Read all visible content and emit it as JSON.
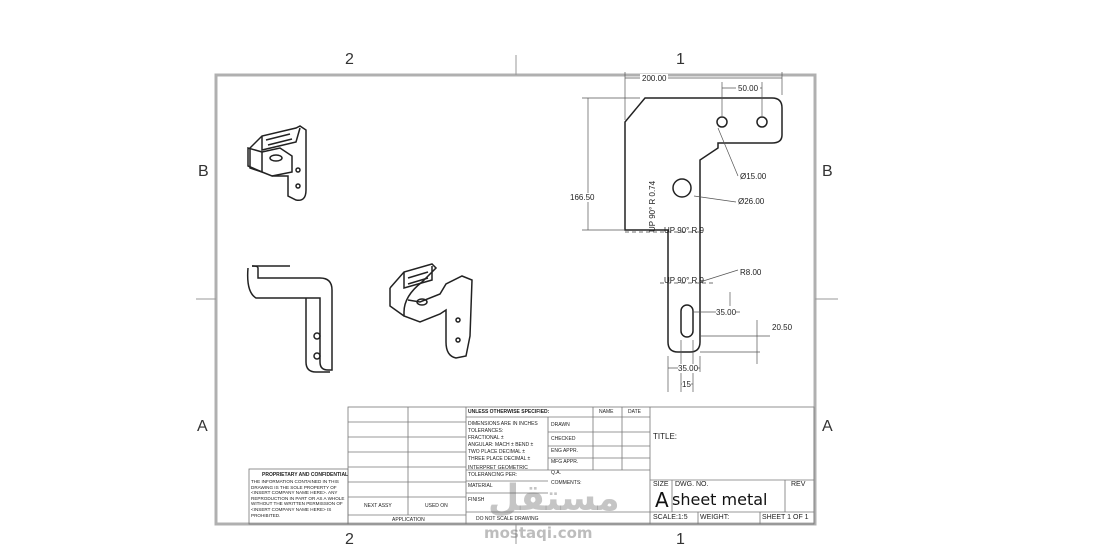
{
  "zones": {
    "top_left": "2",
    "top_right": "1",
    "bottom_left": "2",
    "bottom_right": "1",
    "left_b": "B",
    "right_b": "B",
    "left_a": "A",
    "right_a": "A"
  },
  "dimensions": {
    "d200": "200.00",
    "d50": "50.00",
    "d166": "166.50",
    "dia15": "Ø15.00",
    "dia26": "Ø26.00",
    "r8": "R8.00",
    "d20": "20.50",
    "d35": "35.00",
    "d35b": "35.00",
    "d15": "15",
    "bend1": "UP 90° R 0.74",
    "bend2": "UP 90° R 9",
    "bend3": "UP 90° R 9"
  },
  "title_block": {
    "unless": "UNLESS OTHERWISE SPECIFIED:",
    "name": "NAME",
    "date": "DATE",
    "dims_line1": "DIMENSIONS ARE IN INCHES",
    "dims_line2": "TOLERANCES:",
    "dims_line3": "FRACTIONAL ±",
    "dims_line4": "ANGULAR: MACH ±  BEND ±",
    "dims_line5": "TWO PLACE DECIMAL  ±",
    "dims_line6": "THREE PLACE DECIMAL ±",
    "drawn": "DRAWN",
    "checked": "CHECKED",
    "eng_appr": "ENG APPR.",
    "mfg_appr": "MFG APPR.",
    "qa": "Q.A.",
    "comments": "COMMENTS:",
    "interpret": "INTERPRET GEOMETRIC",
    "tolerancing": "TOLERANCING PER:",
    "material": "MATERIAL",
    "finish": "FINISH",
    "title": "TITLE:",
    "size": "SIZE",
    "dwg_no": "DWG.  NO.",
    "rev": "REV",
    "drawing_name": "sheet metal",
    "drawing_initial": "A",
    "scale": "SCALE:1:5",
    "weight": "WEIGHT:",
    "sheet": "SHEET 1 OF 1",
    "next_assy": "NEXT ASSY",
    "used_on": "USED ON",
    "application": "APPLICATION",
    "do_not_scale": "DO NOT SCALE DRAWING",
    "proprietary_title": "PROPRIETARY AND CONFIDENTIAL",
    "proprietary_body": "THE INFORMATION CONTAINED IN THIS DRAWING IS THE SOLE PROPERTY OF <INSERT COMPANY NAME HERE>. ANY REPRODUCTION IN PART OR AS A WHOLE WITHOUT THE WRITTEN PERMISSION OF <INSERT COMPANY NAME HERE> IS PROHIBITED."
  },
  "watermark": {
    "arabic": "مستقل",
    "latin": "mostaqi.com"
  }
}
